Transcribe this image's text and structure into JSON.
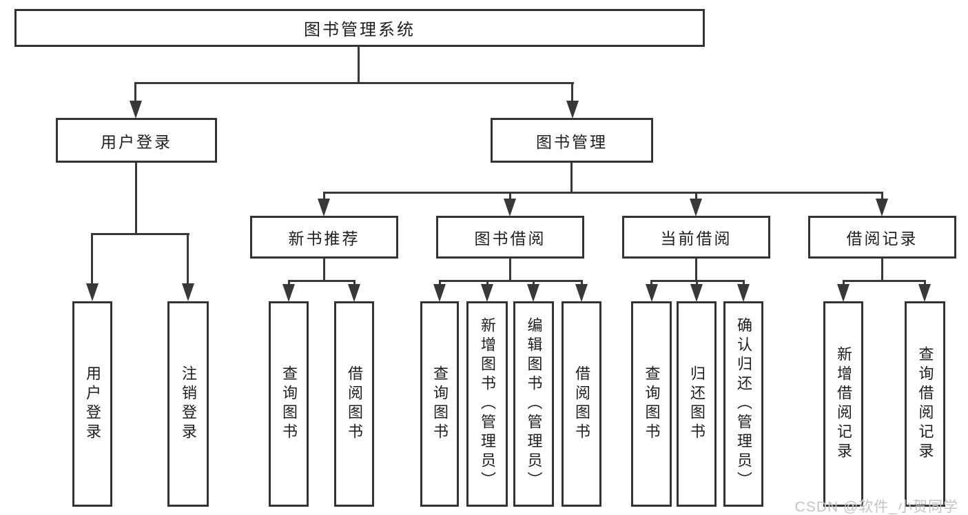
{
  "diagram": {
    "type": "hierarchy-tree",
    "root": {
      "label": "图书管理系统"
    },
    "branches": [
      {
        "label": "用户登录",
        "children": [
          {
            "label": "用户登录"
          },
          {
            "label": "注销登录"
          }
        ]
      },
      {
        "label": "图书管理",
        "children": [
          {
            "label": "新书推荐",
            "children": [
              {
                "label": "查询图书"
              },
              {
                "label": "借阅图书"
              }
            ]
          },
          {
            "label": "图书借阅",
            "children": [
              {
                "label": "查询图书"
              },
              {
                "label": "新增图书（管理员）"
              },
              {
                "label": "编辑图书（管理员）"
              },
              {
                "label": "借阅图书"
              }
            ]
          },
          {
            "label": "当前借阅",
            "children": [
              {
                "label": "查询图书"
              },
              {
                "label": "归还图书"
              },
              {
                "label": "确认归还（管理员）"
              }
            ]
          },
          {
            "label": "借阅记录",
            "children": [
              {
                "label": "新增借阅记录"
              },
              {
                "label": "查询借阅记录"
              }
            ]
          }
        ]
      }
    ]
  },
  "watermark": {
    "text": "CSDN @软件_小贺同学"
  },
  "colors": {
    "line": "#383838",
    "box_border": "#333333",
    "text": "#1e1e1e",
    "watermark": "#c3c3c3",
    "background": "#ffffff"
  }
}
